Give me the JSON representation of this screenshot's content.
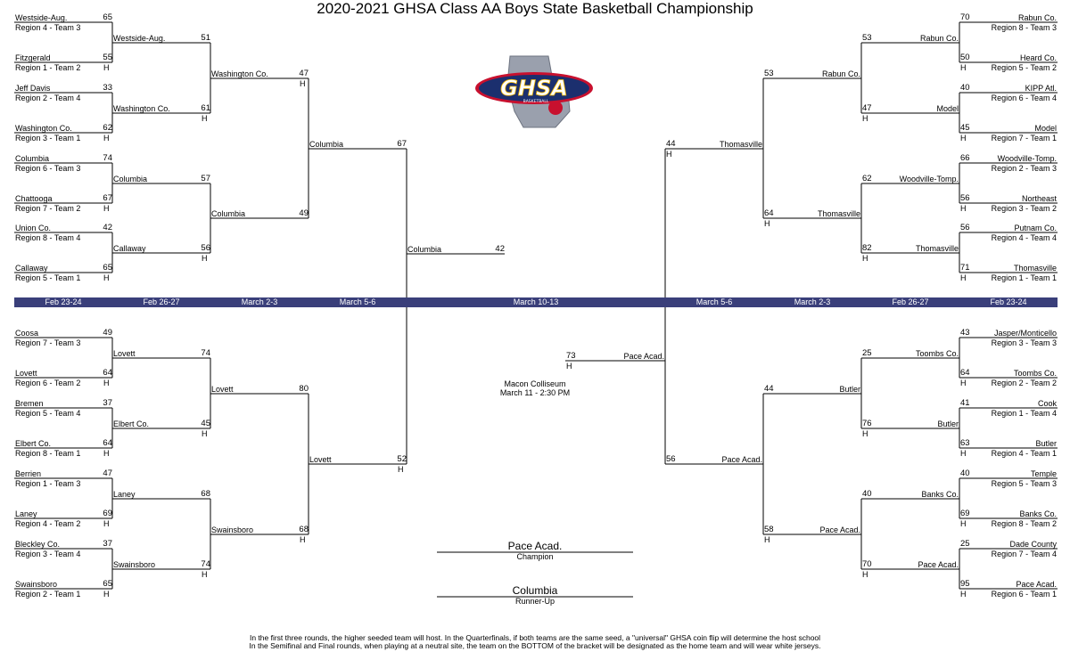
{
  "title": "2020-2021 GHSA Class AA Boys State Basketball Championship",
  "logo": {
    "text": "GHSA",
    "sub": "BASKETBALL"
  },
  "rounds_left": [
    "Feb 23-24",
    "Feb 26-27",
    "March 2-3",
    "March 5-6"
  ],
  "rounds_center": "March 10-13",
  "rounds_right": [
    "March 5-6",
    "March 2-3",
    "Feb 26-27",
    "Feb 23-24"
  ],
  "r1_left_top": [
    {
      "name": "Westside-Aug.",
      "sub": "Region 4 - Team 3",
      "score": "65",
      "h": ""
    },
    {
      "name": "Fitzgerald",
      "sub": "Region 1 - Team 2",
      "score": "55",
      "h": "H"
    },
    {
      "name": "Jeff Davis",
      "sub": "Region 2 - Team 4",
      "score": "33",
      "h": ""
    },
    {
      "name": "Washington Co.",
      "sub": "Region 3 - Team 1",
      "score": "62",
      "h": "H"
    },
    {
      "name": "Columbia",
      "sub": "Region 6 - Team 3",
      "score": "74",
      "h": ""
    },
    {
      "name": "Chattooga",
      "sub": "Region 7 - Team 2",
      "score": "67",
      "h": "H"
    },
    {
      "name": "Union Co.",
      "sub": "Region 8 - Team 4",
      "score": "42",
      "h": ""
    },
    {
      "name": "Callaway",
      "sub": "Region 5 - Team 1",
      "score": "65",
      "h": "H"
    }
  ],
  "r2_left_top": [
    {
      "name": "Westside-Aug.",
      "score": "51",
      "h": ""
    },
    {
      "name": "Washington Co.",
      "score": "61",
      "h": "H"
    },
    {
      "name": "Columbia",
      "score": "57",
      "h": ""
    },
    {
      "name": "Callaway",
      "score": "56",
      "h": "H"
    }
  ],
  "r3_left_top": [
    {
      "name": "Washington Co.",
      "score": "47",
      "h": "H"
    },
    {
      "name": "Columbia",
      "score": "49",
      "h": ""
    }
  ],
  "qf_left_top": {
    "name": "Columbia",
    "score": "67",
    "h": ""
  },
  "sf_left": {
    "name": "Columbia",
    "score": "42",
    "h": ""
  },
  "r1_left_bot": [
    {
      "name": "Coosa",
      "sub": "Region 7 - Team 3",
      "score": "49",
      "h": ""
    },
    {
      "name": "Lovett",
      "sub": "Region 6 - Team 2",
      "score": "64",
      "h": "H"
    },
    {
      "name": "Bremen",
      "sub": "Region 5 - Team 4",
      "score": "37",
      "h": ""
    },
    {
      "name": "Elbert Co.",
      "sub": "Region 8 - Team 1",
      "score": "64",
      "h": "H"
    },
    {
      "name": "Berrien",
      "sub": "Region 1 - Team 3",
      "score": "47",
      "h": ""
    },
    {
      "name": "Laney",
      "sub": "Region 4 - Team 2",
      "score": "69",
      "h": "H"
    },
    {
      "name": "Bleckley Co.",
      "sub": "Region 3 - Team 4",
      "score": "37",
      "h": ""
    },
    {
      "name": "Swainsboro",
      "sub": "Region 2 - Team 1",
      "score": "65",
      "h": "H"
    }
  ],
  "r2_left_bot": [
    {
      "name": "Lovett",
      "score": "74",
      "h": ""
    },
    {
      "name": "Elbert Co.",
      "score": "45",
      "h": "H"
    },
    {
      "name": "Laney",
      "score": "68",
      "h": ""
    },
    {
      "name": "Swainsboro",
      "score": "74",
      "h": "H"
    }
  ],
  "r3_left_bot": [
    {
      "name": "Lovett",
      "score": "80",
      "h": ""
    },
    {
      "name": "Swainsboro",
      "score": "68",
      "h": "H"
    }
  ],
  "qf_left_bot": {
    "name": "Lovett",
    "score": "52",
    "h": "H"
  },
  "r1_right_top": [
    {
      "name": "Rabun Co.",
      "sub": "Region 8 - Team 3",
      "score": "70",
      "h": ""
    },
    {
      "name": "Heard Co.",
      "sub": "Region 5 - Team 2",
      "score": "50",
      "h": "H"
    },
    {
      "name": "KIPP Atl.",
      "sub": "Region  6 - Team 4",
      "score": "40",
      "h": ""
    },
    {
      "name": "Model",
      "sub": "Region 7 - Team 1",
      "score": "45",
      "h": "H"
    },
    {
      "name": "Woodville-Tomp.",
      "sub": "Region 2 - Team 3",
      "score": "66",
      "h": ""
    },
    {
      "name": "Northeast",
      "sub": "Region 3 - Team 2",
      "score": "56",
      "h": "H"
    },
    {
      "name": "Putnam Co.",
      "sub": "Region 4 - Team 4",
      "score": "56",
      "h": ""
    },
    {
      "name": "Thomasville",
      "sub": "Region 1 - Team 1",
      "score": "71",
      "h": "H"
    }
  ],
  "r2_right_top": [
    {
      "name": "Rabun Co.",
      "score": "53",
      "h": ""
    },
    {
      "name": "Model",
      "score": "47",
      "h": "H"
    },
    {
      "name": "Woodville-Tomp.",
      "score": "62",
      "h": ""
    },
    {
      "name": "Thomasville",
      "score": "82",
      "h": "H"
    }
  ],
  "r3_right_top": [
    {
      "name": "Rabun Co.",
      "score": "53",
      "h": ""
    },
    {
      "name": "Thomasville",
      "score": "64",
      "h": "H"
    }
  ],
  "qf_right_top": {
    "name": "Thomasville",
    "score": "44",
    "h": "H"
  },
  "sf_right": {
    "name": "Pace Acad.",
    "score": "73",
    "h": "H"
  },
  "r1_right_bot": [
    {
      "name": "Jasper/Monticello",
      "sub": "Region 3 - Team 3",
      "score": "43",
      "h": ""
    },
    {
      "name": "Toombs Co.",
      "sub": "Region 2 - Team 2",
      "score": "64",
      "h": "H"
    },
    {
      "name": "Cook",
      "sub": "Region 1 - Team 4",
      "score": "41",
      "h": ""
    },
    {
      "name": "Butler",
      "sub": "Region 4 - Team 1",
      "score": "63",
      "h": "H"
    },
    {
      "name": "Temple",
      "sub": "Region 5 - Team 3",
      "score": "40",
      "h": ""
    },
    {
      "name": "Banks Co.",
      "sub": "Region 8 - Team 2",
      "score": "69",
      "h": "H"
    },
    {
      "name": "Dade County",
      "sub": "Region 7 - Team 4",
      "score": "25",
      "h": ""
    },
    {
      "name": "Pace Acad.",
      "sub": "Region 6 - Team 1",
      "score": "95",
      "h": "H"
    }
  ],
  "r2_right_bot": [
    {
      "name": "Toombs Co.",
      "score": "25",
      "h": ""
    },
    {
      "name": "Butler",
      "score": "76",
      "h": "H"
    },
    {
      "name": "Banks Co.",
      "score": "40",
      "h": ""
    },
    {
      "name": "Pace Acad.",
      "score": "70",
      "h": "H"
    }
  ],
  "r3_right_bot": [
    {
      "name": "Butler",
      "score": "44",
      "h": ""
    },
    {
      "name": "Pace Acad.",
      "score": "58",
      "h": "H"
    }
  ],
  "qf_right_bot": {
    "name": "Pace Acad.",
    "score": "56",
    "h": ""
  },
  "venue": {
    "line1": "Macon Colliseum",
    "line2": "March 11 - 2:30 PM"
  },
  "champion": {
    "name": "Pace Acad.",
    "label": "Champion"
  },
  "runnerup": {
    "name": "Columbia",
    "label": "Runner-Up"
  },
  "footer": [
    "In the first three rounds, the higher seeded team will host. In the Quarterfinals, if both teams are the same seed, a \"universal\" GHSA coin flip will determine the host school",
    "In the Semifinal and Final rounds, when playing at a neutral site, the team on the BOTTOM of the bracket will be designated as the home team and will wear white jerseys."
  ]
}
